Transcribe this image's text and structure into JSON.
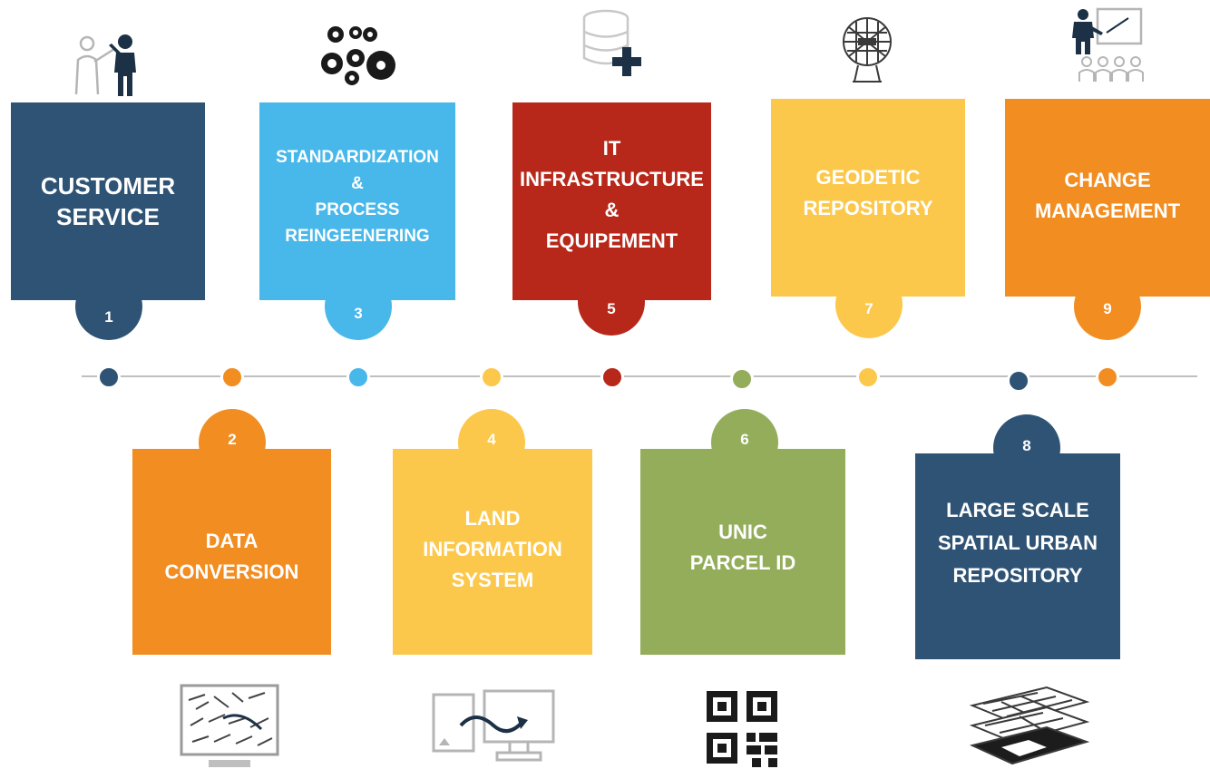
{
  "colors": {
    "navy": "#2f5375",
    "sky": "#48b7ea",
    "red": "#b7281a",
    "yellow": "#fcc84b",
    "orange": "#f28d22",
    "green": "#93ad5a",
    "line": "#bfbfbf"
  },
  "steps": [
    {
      "num": "1",
      "lines": [
        "CUSTOMER",
        "SERVICE"
      ],
      "color": "#2f5375",
      "icon": "teacher-pointing-icon"
    },
    {
      "num": "2",
      "lines": [
        "DATA",
        "CONVERSION"
      ],
      "color": "#f28d22",
      "icon": "map-monitor-icon"
    },
    {
      "num": "3",
      "lines": [
        "STANDARDIZATION",
        "&",
        "PROCESS",
        "REINGEENERING"
      ],
      "color": "#48b7ea",
      "icon": "gears-icon"
    },
    {
      "num": "4",
      "lines": [
        "LAND",
        "INFORMATION",
        "SYSTEM"
      ],
      "color": "#fcc84b",
      "icon": "data-transfer-icon"
    },
    {
      "num": "5",
      "lines": [
        "IT",
        "INFRASTRUCTURE",
        "&",
        "EQUIPEMENT"
      ],
      "color": "#b7281a",
      "icon": "database-add-icon"
    },
    {
      "num": "6",
      "lines": [
        "UNIC",
        "PARCEL ID"
      ],
      "color": "#93ad5a",
      "icon": "qr-code-icon"
    },
    {
      "num": "7",
      "lines": [
        "GEODETIC",
        "REPOSITORY"
      ],
      "color": "#fcc84b",
      "icon": "geodesic-tower-icon"
    },
    {
      "num": "8",
      "lines": [
        "LARGE SCALE",
        "SPATIAL URBAN",
        "REPOSITORY"
      ],
      "color": "#2f5375",
      "icon": "map-layers-icon"
    },
    {
      "num": "9",
      "lines": [
        "CHANGE",
        "MANAGEMENT"
      ],
      "color": "#f28d22",
      "icon": "presentation-icon"
    }
  ]
}
